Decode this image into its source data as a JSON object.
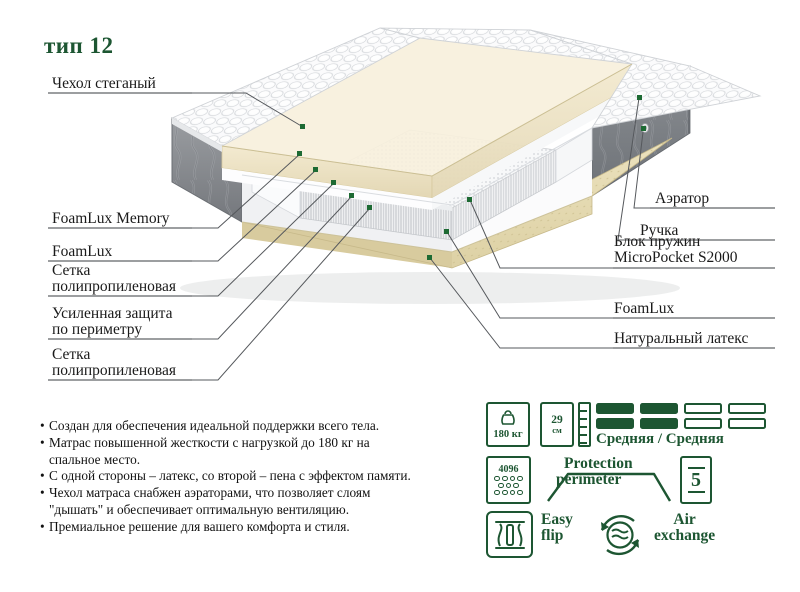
{
  "title": "тип 12",
  "illustration": {
    "alt_name": "mattress-cutaway-illustration"
  },
  "labels_left": [
    {
      "id": "cover",
      "lines": [
        "Чехол стеганый"
      ]
    },
    {
      "id": "foamlux-memory",
      "lines": [
        "FoamLux Memory"
      ]
    },
    {
      "id": "foamlux",
      "lines": [
        "FoamLux"
      ]
    },
    {
      "id": "mesh-top",
      "lines": [
        "Сетка",
        "полипропиленовая"
      ]
    },
    {
      "id": "perimeter",
      "lines": [
        "Усиленная защита",
        "по периметру"
      ]
    },
    {
      "id": "mesh-bottom",
      "lines": [
        "Сетка",
        "полипропиленовая"
      ]
    }
  ],
  "labels_right": [
    {
      "id": "aerator",
      "lines": [
        "Аэратор"
      ]
    },
    {
      "id": "handle",
      "lines": [
        "Ручка"
      ]
    },
    {
      "id": "spring-block",
      "lines": [
        "Блок пружин",
        "MicroPocket S2000"
      ]
    },
    {
      "id": "foamlux-right",
      "lines": [
        "FoamLux"
      ]
    },
    {
      "id": "latex",
      "lines": [
        "Натуральный латекс"
      ]
    }
  ],
  "bullets": [
    [
      "Создан для обеспечения идеальной поддержки всего тела."
    ],
    [
      "Матрас повышенной жесткости с нагрузкой до 180 кг на",
      "спальное место."
    ],
    [
      "С одной стороны – латекс, со второй – пена с эффектом памяти."
    ],
    [
      "Чехол матраса снабжен аэраторами, что позволяет слоям",
      "\"дышать\" и обеспечивает оптимальную вентиляцию."
    ],
    [
      "Премиальное решение для вашего комфорта и стиля."
    ]
  ],
  "icons": {
    "accent_color": "#1d5632",
    "max_load": "180 кг",
    "height_value": "29",
    "height_unit": "см",
    "firmness_label": "Средняя / Средняя",
    "firmness_filled": 2,
    "firmness_total": 4,
    "spring_count": "4096",
    "protection_line1": "Protection",
    "protection_line2": "perimeter",
    "layers_count": "5",
    "easy_flip_line1": "Easy",
    "easy_flip_line2": "flip",
    "air_line1": "Air",
    "air_line2": "exchange"
  }
}
